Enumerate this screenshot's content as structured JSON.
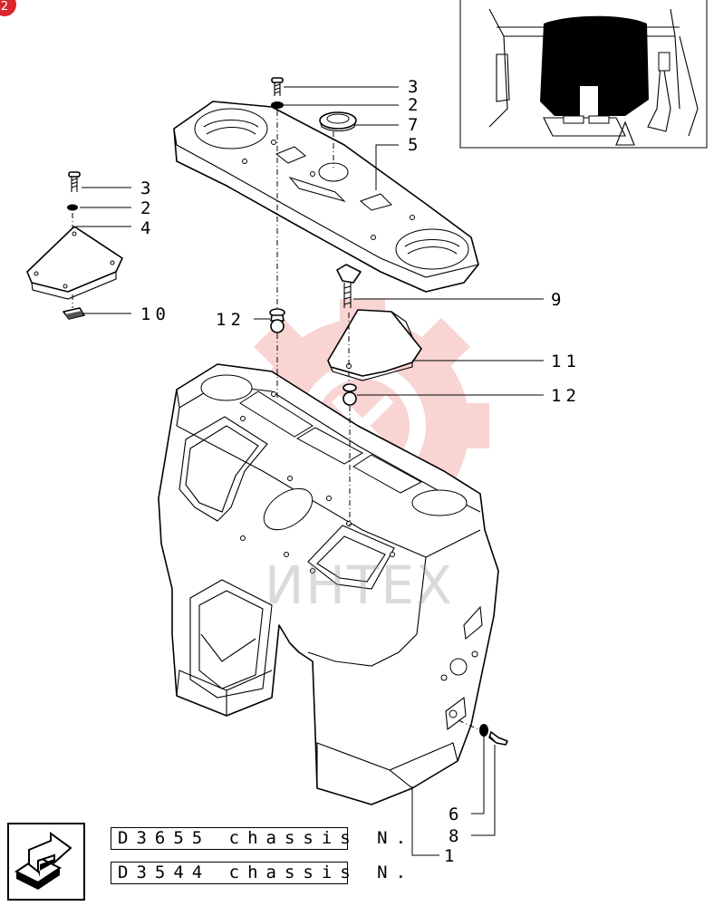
{
  "badge": "2",
  "watermark": "ИНТЕХ",
  "callouts": [
    {
      "id": "3",
      "label": "3"
    },
    {
      "id": "2",
      "label": "2"
    },
    {
      "id": "7",
      "label": "7"
    },
    {
      "id": "5",
      "label": "5"
    },
    {
      "id": "3b",
      "label": "3"
    },
    {
      "id": "2b",
      "label": "2"
    },
    {
      "id": "4",
      "label": "4"
    },
    {
      "id": "10",
      "label": "10"
    },
    {
      "id": "12",
      "label": "12"
    },
    {
      "id": "9",
      "label": "9"
    },
    {
      "id": "11",
      "label": "11"
    },
    {
      "id": "12b",
      "label": "12"
    },
    {
      "id": "6",
      "label": "6"
    },
    {
      "id": "8",
      "label": "8"
    },
    {
      "id": "1",
      "label": "1"
    }
  ],
  "chassis_rows": [
    {
      "text": "D3655 chassis N."
    },
    {
      "text": "D3544 chassis N."
    }
  ],
  "colors": {
    "watermark_red": "#f3b2b0",
    "badge": "#d8262c"
  },
  "nav_icon": "return-arrow-icon"
}
